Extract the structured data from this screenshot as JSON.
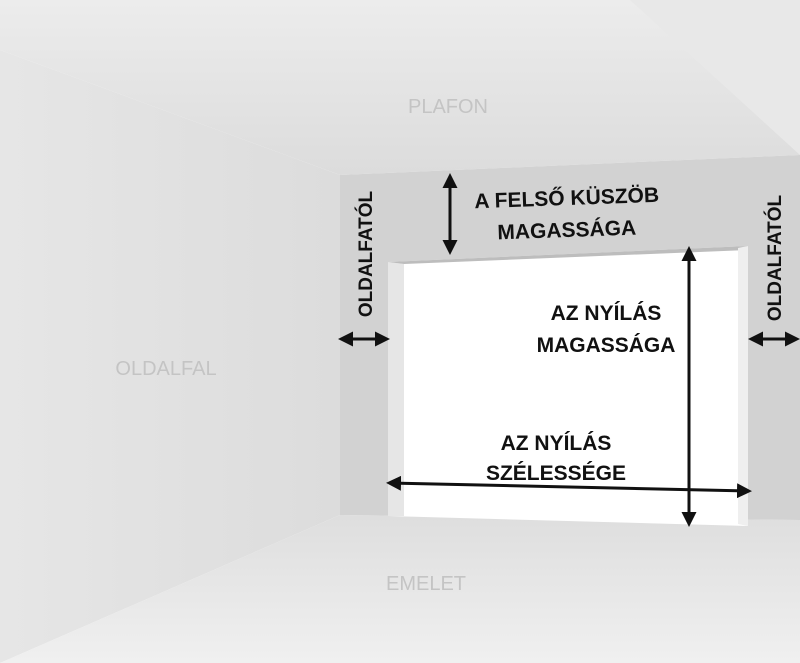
{
  "regions": {
    "ceiling": "PLAFON",
    "side_wall": "OLDALFAL",
    "floor": "EMELET"
  },
  "labels": {
    "header_height": [
      "A FELSŐ KÜSZÖB",
      "MAGASSÁGA"
    ],
    "opening_height": [
      "AZ NYÍLÁS",
      "MAGASSÁGA"
    ],
    "opening_width": [
      "AZ NYÍLÁS",
      "SZÉLESSÉGE"
    ],
    "side_clearance_left": "OLDALFATÓL",
    "side_clearance_right": "OLDALFATÓL"
  },
  "colors": {
    "ceiling": "#e4e4e4",
    "side_wall": "#e9e9e9",
    "back_wall": "#d3d3d3",
    "floor": "#ececec",
    "opening": "#ffffff",
    "arrow": "#111111"
  }
}
